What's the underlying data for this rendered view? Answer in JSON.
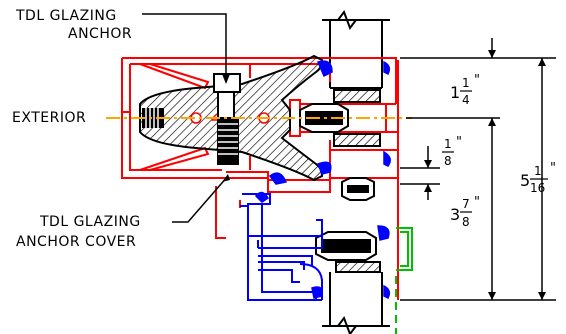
{
  "labels": {
    "anchor_line1": "TDL GLAZING",
    "anchor_line2": "ANCHOR",
    "exterior": "EXTERIOR",
    "cover_line1": "TDL GLAZING",
    "cover_line2": "ANCHOR COVER"
  },
  "dimensions": {
    "d1": {
      "whole": "1",
      "num": "1",
      "den": "4",
      "unit": "\""
    },
    "d2": {
      "whole": "",
      "num": "1",
      "den": "8",
      "unit": "\""
    },
    "d3": {
      "whole": "3",
      "num": "7",
      "den": "8",
      "unit": "\""
    },
    "d4": {
      "whole": "5",
      "num": "1",
      "den": "16",
      "unit": "\""
    }
  },
  "colors": {
    "anchor_cover": "#ff0000",
    "frame": "#0000ff",
    "gasket": "#00c000",
    "centerline": "#ffa500",
    "ink": "#000000"
  }
}
